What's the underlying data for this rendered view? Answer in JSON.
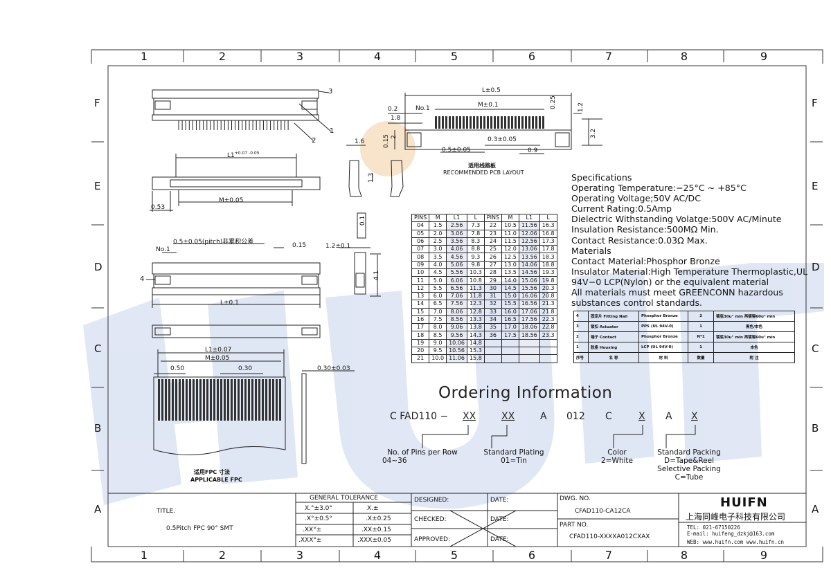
{
  "grid": {
    "columns": [
      "1",
      "2",
      "3",
      "4",
      "5",
      "6",
      "7",
      "8",
      "9"
    ],
    "rows": [
      "F",
      "E",
      "D",
      "C",
      "B",
      "A"
    ]
  },
  "drawing": {
    "dim_l1_top": "L1",
    "dim_l1_tol": "+0.07 -0.05",
    "dim_m_pm": "M±0.05",
    "dim_053": "0.53",
    "pitch_note": "0.5±0.05(pitch)非累积公差",
    "no1": "No.1",
    "dim_015": "0.15",
    "dim_l_pm01": "L±0.1",
    "dim_l1_007": "L1±0.07",
    "dim_m_005b": "M±0.05",
    "dim_050": "0.50",
    "dim_030": "0.30",
    "dim_030_003": "0.30±0.03",
    "fpc_cn": "适用FPC 寸法",
    "fpc_en": "APPLICABLE FPC",
    "dim_12_01": "1.2±0.1",
    "dim_01": "0.1",
    "dim_41": "4.1",
    "dim_16": "1.6",
    "dim_13": "1.3",
    "pcb_l05": "L±0.5",
    "pcb_m01": "M±0.1",
    "pcb_no1": "No.1",
    "pcb_02": "0.2",
    "pcb_18": "1.8",
    "pcb_015": "0.15",
    "pcb_2": "2",
    "pcb_03": "0.3±0.05",
    "pcb_05": "0.5±0.05",
    "pcb_09": "0.9",
    "pcb_025": "0.25",
    "pcb_12": "1.2",
    "pcb_32": "3.2",
    "pcb_cn": "适用线路板",
    "pcb_en": "RECOMMENDED PCB LAYOUT",
    "callouts": [
      "1",
      "2",
      "3",
      "4"
    ]
  },
  "pins_table": {
    "headers": [
      "PINS",
      "M",
      "L1",
      "L",
      "PINS",
      "M",
      "L1",
      "L"
    ],
    "rows": [
      [
        "04",
        "1.5",
        "2.56",
        "7.3",
        "22",
        "10.5",
        "11.56",
        "16.3"
      ],
      [
        "05",
        "2.0",
        "3.06",
        "7.8",
        "23",
        "11.0",
        "12.06",
        "16.8"
      ],
      [
        "06",
        "2.5",
        "3.56",
        "8.3",
        "24",
        "11.5",
        "12.56",
        "17.3"
      ],
      [
        "07",
        "3.0",
        "4.06",
        "8.8",
        "25",
        "12.0",
        "13.06",
        "17.8"
      ],
      [
        "08",
        "3.5",
        "4.56",
        "9.3",
        "26",
        "12.5",
        "13.56",
        "18.3"
      ],
      [
        "09",
        "4.0",
        "5.06",
        "9.8",
        "27",
        "13.0",
        "14.06",
        "18.8"
      ],
      [
        "10",
        "4.5",
        "5.56",
        "10.3",
        "28",
        "13.5",
        "14.56",
        "19.3"
      ],
      [
        "11",
        "5.0",
        "6.06",
        "10.8",
        "29",
        "14.0",
        "15.06",
        "19.8"
      ],
      [
        "12",
        "5.5",
        "6.56",
        "11.3",
        "30",
        "14.5",
        "15.56",
        "20.3"
      ],
      [
        "13",
        "6.0",
        "7.06",
        "11.8",
        "31",
        "15.0",
        "16.06",
        "20.8"
      ],
      [
        "14",
        "6.5",
        "7.56",
        "12.3",
        "32",
        "15.5",
        "16.56",
        "21.3"
      ],
      [
        "15",
        "7.0",
        "8.06",
        "12.8",
        "33",
        "16.0",
        "17.06",
        "21.8"
      ],
      [
        "16",
        "7.5",
        "8.56",
        "13.3",
        "34",
        "16.5",
        "17.56",
        "22.3"
      ],
      [
        "17",
        "8.0",
        "9.06",
        "13.8",
        "35",
        "17.0",
        "18.06",
        "22.8"
      ],
      [
        "18",
        "8.5",
        "9.56",
        "14.3",
        "36",
        "17.5",
        "18.56",
        "23.3"
      ],
      [
        "19",
        "9.0",
        "10.06",
        "14.8",
        "",
        "",
        "",
        ""
      ],
      [
        "20",
        "9.5",
        "10.56",
        "15.3",
        "",
        "",
        "",
        ""
      ],
      [
        "21",
        "10.0",
        "11.06",
        "15.8",
        "",
        "",
        "",
        ""
      ]
    ]
  },
  "specs": [
    "Specifications",
    "Operating Temperature:−25°C ~ +85°C",
    "Operating Voltage;50V AC/DC",
    "Current Rating:0.5Amp",
    "Dielectric Withstanding Volatge:500V AC/Minute",
    "Insulation Resistance:500MΩ Min.",
    "Contact Resistance:0.03Ω Max.",
    "Materials",
    "Contact Material:Phosphor Bronze",
    "Insulator Material:High Temperature Thermoplastic,UL",
    "94V−0 LCP(Nylon) or the equivalent material",
    "All materials must meet GREENCONN hazardous",
    "substances control standards."
  ],
  "materials_table": {
    "rows": [
      [
        "4",
        "固定片 Fitting Nail",
        "Phosphor Bronze",
        "2",
        "镀底30u\" min 再镀锡60u\" min"
      ],
      [
        "3",
        "锁扣 Actuator",
        "PPS (UL 94V-0)",
        "1",
        "黑色/本色"
      ],
      [
        "2",
        "端子 Contact",
        "Phosphor Bronze",
        "N*1",
        "镀底30u\" min 再镀锡60u\" min"
      ],
      [
        "1",
        "胶座 Housing",
        "LCP (UL 94V-0)",
        "1",
        "本色"
      ],
      [
        "序号",
        "名  称",
        "材  料",
        "数量",
        "附  注"
      ]
    ]
  },
  "ordering": {
    "title": "Ordering Information",
    "code": [
      "C FAD110 −",
      "XX",
      "XX",
      "A",
      "012",
      "C",
      "X",
      "A",
      "X"
    ],
    "pins_label": "No. of Pins per Row",
    "pins_range": "04~36",
    "plating_label": "Standard Plating",
    "plating_value": "01=Tin",
    "color_label": "Color",
    "color_value": "2=White",
    "packing_label": "Standard Packing",
    "packing_value": "D=Tape&Reel",
    "packing2_label": "Selective Packing",
    "packing2_value": "C=Tube"
  },
  "title_block": {
    "title_label": "TITLE.",
    "title_value": "0.5Pitch FPC 90° SMT",
    "gt_header": "GENERAL TOLERANCE",
    "gt_rows": [
      [
        "X.°±3.0°",
        "X.±"
      ],
      [
        ".X°±0.5°",
        ".X±0.25"
      ],
      [
        ".XX°±",
        ".XX±0.15"
      ],
      [
        ".XXX°±",
        ".XXX±0.05"
      ]
    ],
    "designed": "DESIGNED:",
    "checked": "CHECKED:",
    "approved": "APPROVED:",
    "date1": "DATE:",
    "date2": "DATE:",
    "date3": "DATE:",
    "dwg_label": "DWG. NO.",
    "dwg_value": "CFAD110-CA12CA",
    "part_label": "PART NO.",
    "part_value": "CFAD110-XXXXA012CXAX",
    "brand": "HUIFN",
    "company": "上海同峰电子科技有限公司",
    "tel": "TEL: 021-67150226",
    "email": "E-mail: huifeng_dzkj@163.com",
    "web": "WEB: www.huifn.com  www.huifn.cn"
  },
  "watermark": "HUIFN",
  "colors": {
    "ink": "#111111",
    "watermark": "#c3d0ea",
    "highlight": "#f5d3a8"
  }
}
